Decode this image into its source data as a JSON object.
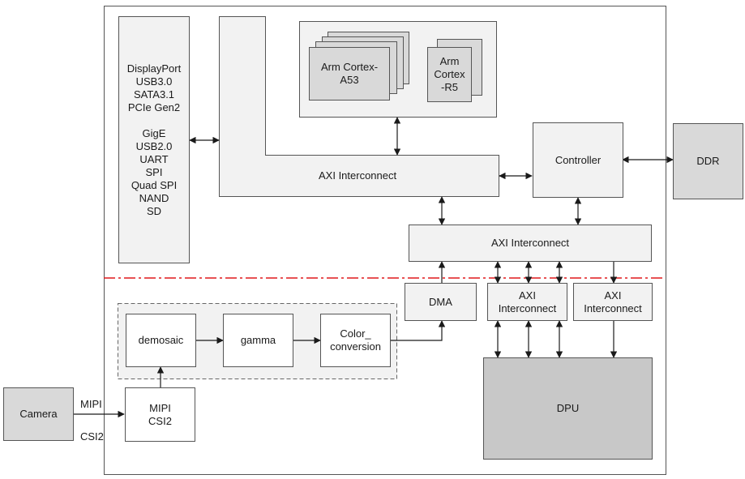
{
  "blocks": {
    "peripherals": "DisplayPort\nUSB3.0\nSATA3.1\nPCIe Gen2\n\nGigE\nUSB2.0\nUART\nSPI\nQuad SPI\nNAND\nSD",
    "arm_a53": "Arm Cortex-\nA53",
    "arm_r5": "Arm\nCortex\n-R5",
    "axi_interconnect_main": "AXI Interconnect",
    "controller": "Controller",
    "ddr": "DDR",
    "axi_interconnect_lower": "AXI Interconnect",
    "dma": "DMA",
    "axi_interconnect_left": "AXI\nInterconnect",
    "axi_interconnect_right": "AXI\nInterconnect",
    "demosaic": "demosaic",
    "gamma": "gamma",
    "color_conversion": "Color_\nconversion",
    "mipi_csi2": "MIPI\nCSI2",
    "camera": "Camera",
    "dpu": "DPU"
  },
  "labels": {
    "mipi": "MIPI",
    "csi2": "CSI2"
  },
  "colors": {
    "line": "#1a1a1a",
    "boundary": "#e0191b",
    "box_border": "#555555"
  }
}
